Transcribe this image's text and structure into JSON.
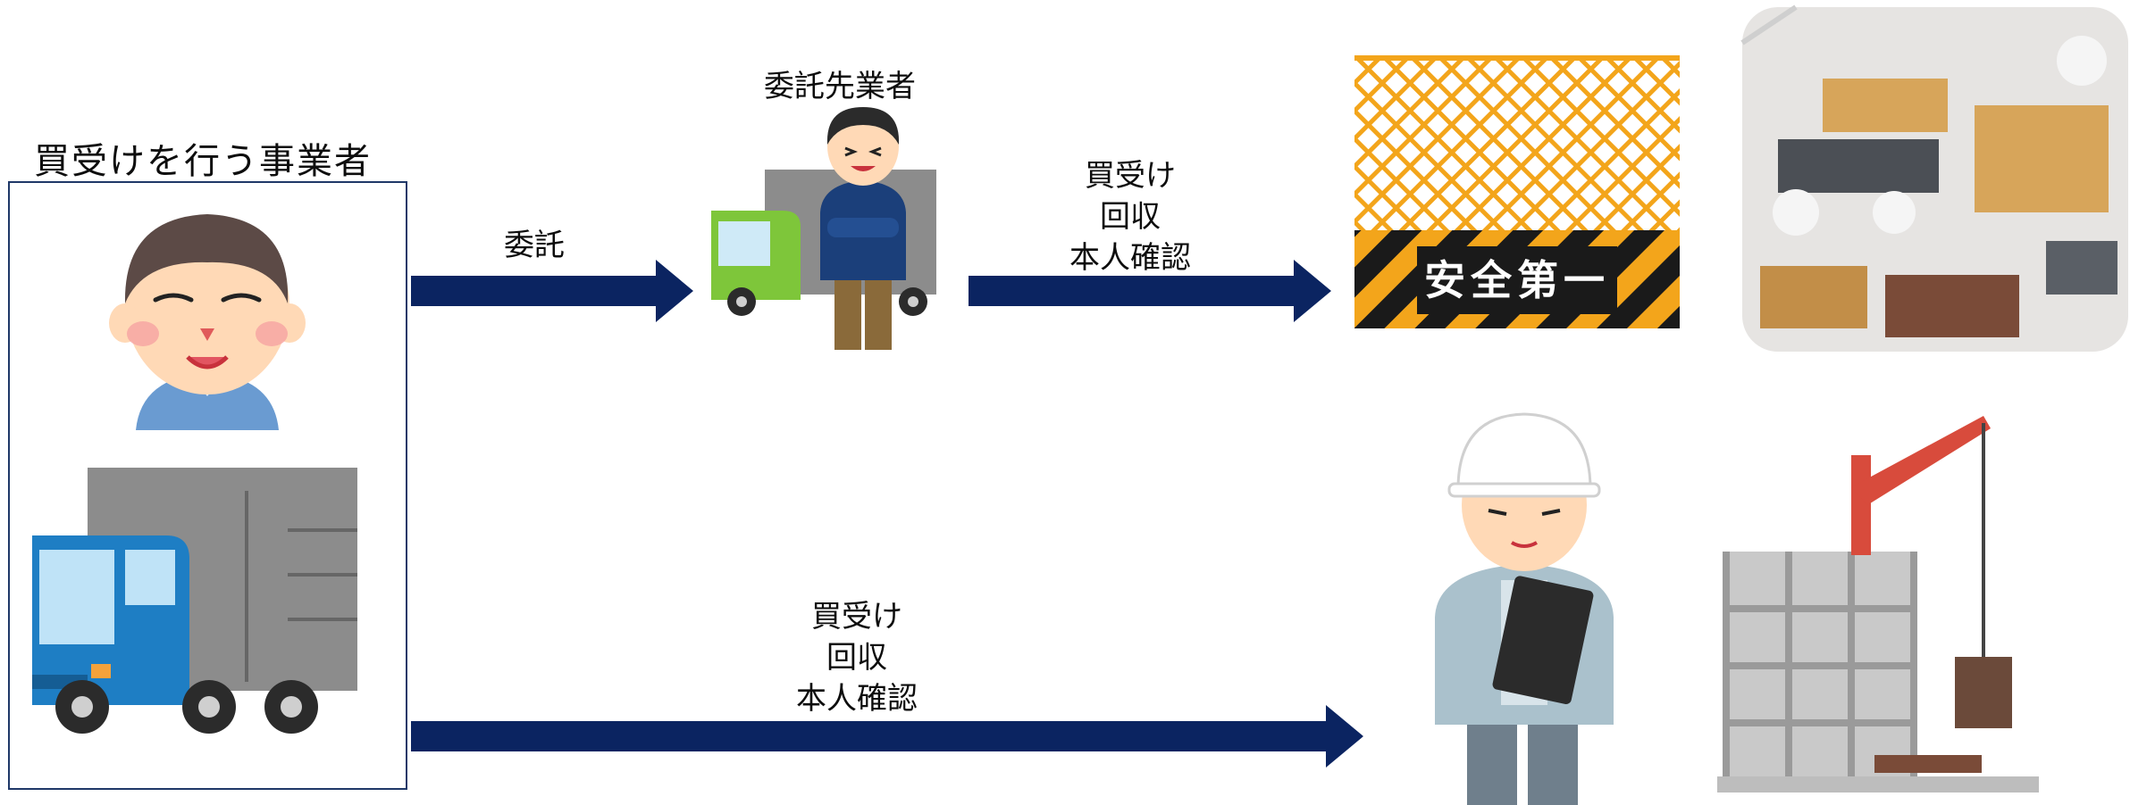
{
  "buyer": {
    "title": "買受けを行う事業者"
  },
  "contractor": {
    "label": "委託先業者"
  },
  "arrows": {
    "entrust": {
      "label": "委託"
    },
    "to_site": {
      "lines": [
        "買受け",
        "回収",
        "本人確認"
      ]
    },
    "direct": {
      "lines": [
        "買受け",
        "回収",
        "本人確認"
      ]
    }
  },
  "site_sign": {
    "text": "安全第一"
  },
  "colors": {
    "arrow": "#0b2461",
    "box_border": "#1f3868",
    "net": "#f3a51b",
    "truck_blue": "#1e7ec4",
    "truck_green": "#7ec63a"
  }
}
